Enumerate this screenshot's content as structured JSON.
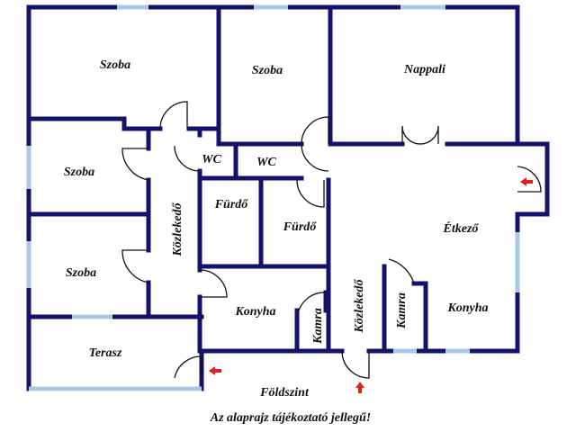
{
  "rooms": {
    "szoba_1": "Szoba",
    "szoba_2": "Szoba",
    "nappali": "Nappali",
    "szoba_3": "Szoba",
    "wc_1": "WC",
    "wc_2": "WC",
    "furdo_1": "Fürdő",
    "furdo_2": "Fürdő",
    "kozlekedo_1": "Közlekedő",
    "szoba_4": "Szoba",
    "etkezo": "Étkező",
    "konyha_1": "Konyha",
    "kamra_1": "Kamra",
    "kozlekedo_2": "Közlekedő",
    "kamra_2": "Kamra",
    "konyha_2": "Konyha",
    "terasz": "Terasz"
  },
  "level": "Földszint",
  "disclaimer": "Az alaprajz tájékoztató jellegű!",
  "colors": {
    "wall": "#13136b",
    "window": "#a9c8e6",
    "entrance_arrow": "#e0201c"
  }
}
